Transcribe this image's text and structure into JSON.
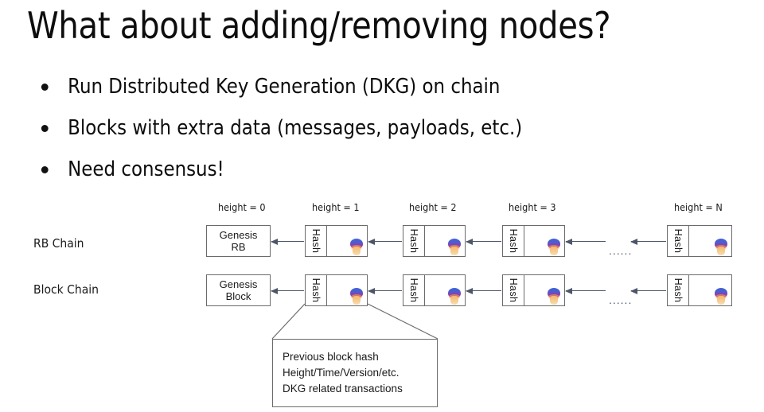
{
  "slide": {
    "title": "What about adding/removing nodes?",
    "bullets": [
      "Run Distributed Key Generation (DKG) on chain",
      "Blocks with extra data (messages, payloads, etc.)",
      "Need consensus!"
    ]
  },
  "diagram": {
    "height_labels": [
      "height = 0",
      "height = 1",
      "height = 2",
      "height = 3",
      "height = N"
    ],
    "row_labels": {
      "rb": "RB Chain",
      "block": "Block Chain"
    },
    "genesis": {
      "rb_line1": "Genesis",
      "rb_line2": "RB",
      "block_line1": "Genesis",
      "block_line2": "Block"
    },
    "hash_label": "Hash",
    "ellipsis": "......",
    "rb_chain_blocks": [
      {
        "hash": "Hash",
        "height": "height = 1"
      },
      {
        "hash": "Hash",
        "height": "height = 2"
      },
      {
        "hash": "Hash",
        "height": "height = 3"
      },
      {
        "hash": "Hash",
        "height": "height = N"
      }
    ],
    "block_chain_blocks": [
      {
        "hash": "Hash",
        "height": "height = 1"
      },
      {
        "hash": "Hash",
        "height": "height = 2"
      },
      {
        "hash": "Hash",
        "height": "height = 3"
      },
      {
        "hash": "Hash",
        "height": "height = N"
      }
    ],
    "callout": {
      "line1": "Previous block hash",
      "line2": "Height/Time/Version/etc.",
      "line3": "DKG related transactions",
      "text": "Previous block hash\nHeight/Time/Version/etc.\nDKG related transactions"
    }
  },
  "colors": {
    "background": "#ffffff",
    "text": "#0d0d0d",
    "box_border": "#6b6b6b",
    "arrow": "#4d5668",
    "sprite_top": "#4a5fd0",
    "sprite_bottom": "#f2b76a"
  }
}
